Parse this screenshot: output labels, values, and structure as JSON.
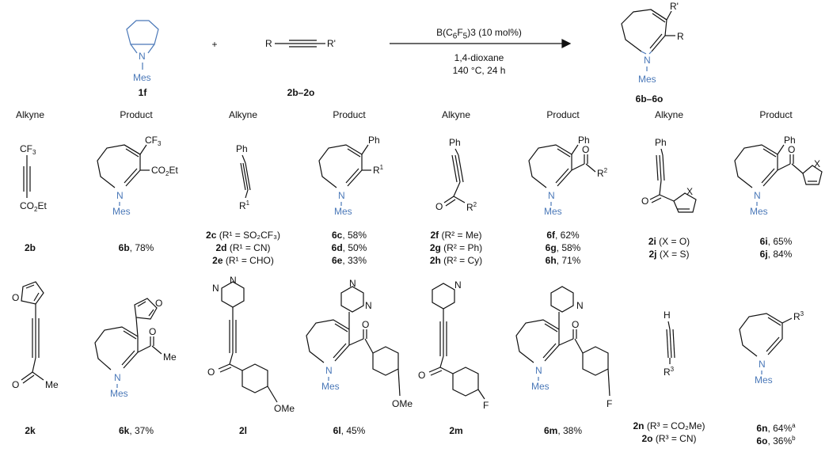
{
  "scheme": {
    "amine_label": "1f",
    "plus": "+",
    "alkyne_label": "2b–2o",
    "product_label": "6b–6o",
    "catalyst_text": "B(C6F5)3 (10 mol%)",
    "catalyst_main": "B(C",
    "catalyst_sub1": "6",
    "catalyst_mid": "F",
    "catalyst_sub2": "5",
    "catalyst_tail": ")3 (10 mol%)",
    "solvent": "1,4-dioxane",
    "conditions": "140 °C, 24 h",
    "nitrogen": "N",
    "mes": "Mes",
    "r": "R",
    "r_prime": "R'"
  },
  "headers": {
    "alkyne": "Alkyne",
    "product": "Product"
  },
  "labels": {
    "r1": "R",
    "r1_sup": "1",
    "r2_sup": "2",
    "r3_sup": "3",
    "cf3": "CF",
    "cf3_sub": "3",
    "co2et": "CO",
    "co2et_sub": "2",
    "co2et_tail": "Et",
    "ph": "Ph",
    "o": "O",
    "x": "X",
    "me": "Me",
    "ome": "OMe",
    "f": "F",
    "h": "H",
    "n": "N"
  },
  "rows": {
    "r1_2b": "2b",
    "r1_6b_id": "6b",
    "r1_6b_yield": ", 78%",
    "r1_2c_id": "2c",
    "r1_2c_text": " (R¹ = SO₂CF₃)",
    "r1_2d_id": "2d",
    "r1_2d_text": " (R¹ = CN)",
    "r1_2e_id": "2e",
    "r1_2e_text": " (R¹ = CHO)",
    "r1_6c_id": "6c",
    "r1_6c_yield": ", 58%",
    "r1_6d_id": "6d",
    "r1_6d_yield": ", 50%",
    "r1_6e_id": "6e",
    "r1_6e_yield": ", 33%",
    "r1_2f_id": "2f",
    "r1_2f_text": " (R² = Me)",
    "r1_2g_id": "2g",
    "r1_2g_text": " (R² = Ph)",
    "r1_2h_id": "2h",
    "r1_2h_text": " (R² = Cy)",
    "r1_6f_id": "6f",
    "r1_6f_yield": ", 62%",
    "r1_6g_id": "6g",
    "r1_6g_yield": ", 58%",
    "r1_6h_id": "6h",
    "r1_6h_yield": ", 71%",
    "r1_2i_id": "2i",
    "r1_2i_text": " (X = O)",
    "r1_2j_id": "2j",
    "r1_2j_text": " (X = S)",
    "r1_6i_id": "6i",
    "r1_6i_yield": ", 65%",
    "r1_6j_id": "6j",
    "r1_6j_yield": ", 84%",
    "r2_2k": "2k",
    "r2_6k_id": "6k",
    "r2_6k_yield": ", 37%",
    "r2_2l": "2l",
    "r2_6l_id": "6l",
    "r2_6l_yield": ", 45%",
    "r2_2m": "2m",
    "r2_6m_id": "6m",
    "r2_6m_yield": ", 38%",
    "r2_2n_id": "2n",
    "r2_2n_text": " (R³ = CO₂Me)",
    "r2_2o_id": "2o",
    "r2_2o_text": " (R³ = CN)",
    "r2_6n_id": "6n",
    "r2_6n_yield": ", 64%",
    "r2_6n_sup": "a",
    "r2_6o_id": "6o",
    "r2_6o_yield": ", 36%",
    "r2_6o_sup": "b"
  }
}
